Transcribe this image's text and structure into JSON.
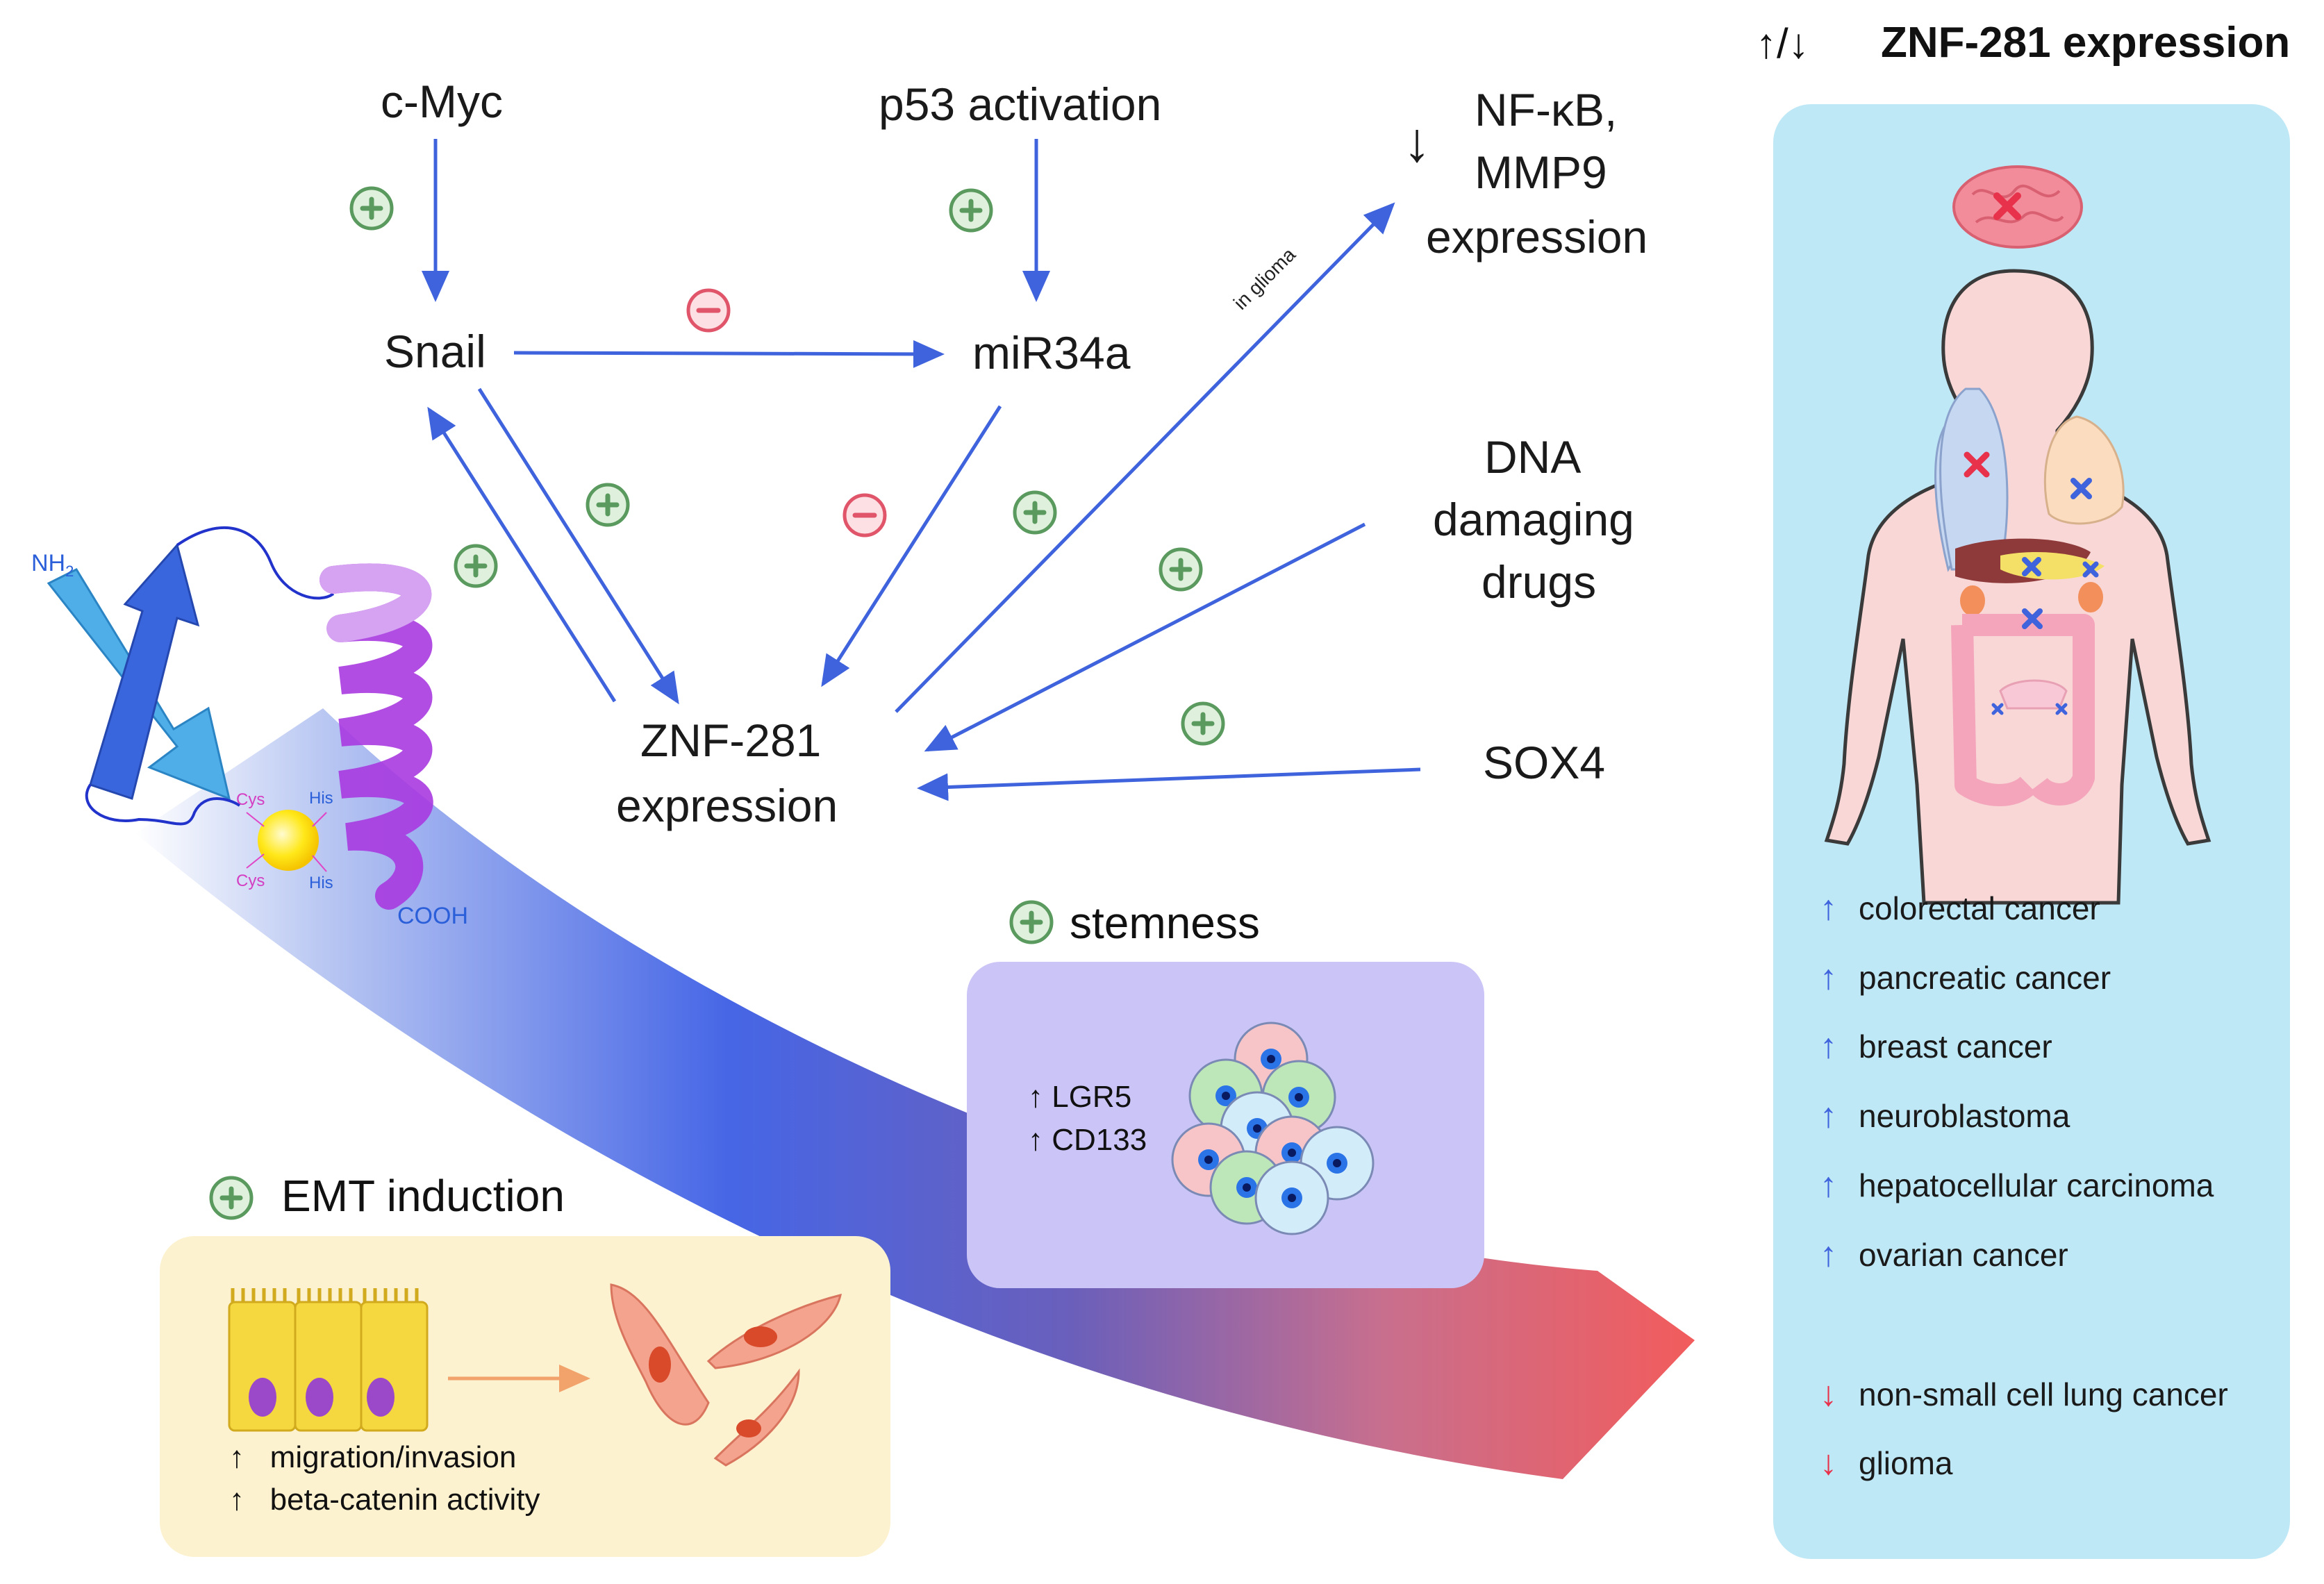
{
  "header": {
    "arrows": "↑/↓",
    "title": "ZNF-281 expression"
  },
  "nodes": {
    "cmyc": "c-Myc",
    "p53": "p53 activation",
    "nfkb_line1": "NF-κB,",
    "nfkb_line2": "MMP9",
    "nfkb_line3": "expression",
    "nfkb_arrow": "↓",
    "snail": "Snail",
    "mir34a": "miR34a",
    "dna_line1": "DNA",
    "dna_line2": "damaging",
    "dna_line3": "drugs",
    "sox4": "SOX4",
    "znf_line1": "ZNF-281",
    "znf_line2": "expression",
    "in_glioma": "in glioma"
  },
  "protein": {
    "nh2": "NH",
    "nh2_sub": "2",
    "cooh": "COOH",
    "cys1": "Cys",
    "cys2": "Cys",
    "his1": "His",
    "his2": "His"
  },
  "stemness": {
    "title": "stemness",
    "marker1": "↑ LGR5",
    "marker2": "↑ CD133"
  },
  "emt": {
    "title": "EMT induction",
    "effect1": "↑   migration/invasion",
    "effect2": "↑   beta-catenin activity"
  },
  "cancers": {
    "up": [
      "colorectal cancer",
      "pancreatic cancer",
      "breast cancer",
      "neuroblastoma",
      "hepatocellular carcinoma",
      "ovarian cancer"
    ],
    "down": [
      "non-small cell lung cancer",
      "glioma"
    ],
    "up_arrow": "↑",
    "down_arrow": "↓"
  },
  "colors": {
    "arrow_blue": "#3f63dd",
    "plus_green": "#5a9a5e",
    "minus_red": "#e0556a",
    "panel_blue": "#bfe8f6",
    "stemness_panel": "#cbc4f7",
    "emt_panel": "#fdf2cf",
    "up_color": "#3f63dd",
    "down_color": "#e8314a"
  }
}
